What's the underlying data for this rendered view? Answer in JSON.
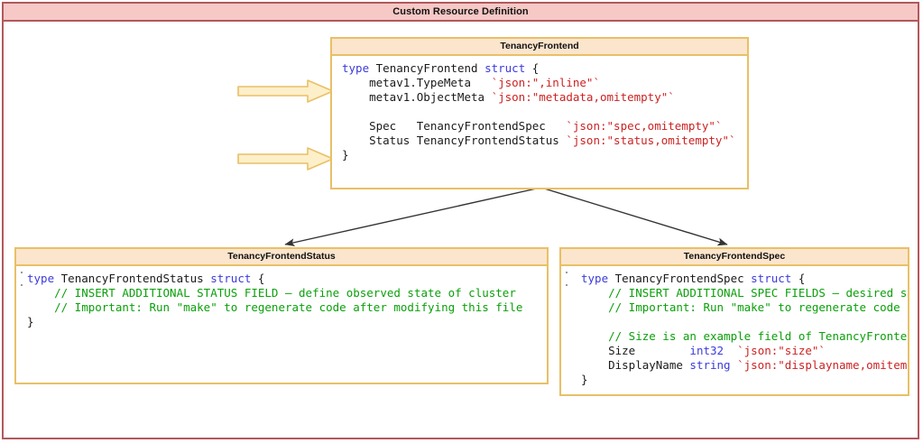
{
  "frame": {
    "title": "Custom Resource Definition",
    "border_color": "#b2585c",
    "header_color": "#f6c9c6"
  },
  "palette": {
    "box_border": "#e8c066",
    "box_header": "#fce5cd",
    "keyword": "#3b3bdb",
    "string": "#cc2222",
    "comment": "#0aa00a",
    "plain": "#1a1a1a",
    "arrow_fill": "#fdefc9",
    "arrow_stroke": "#e8c066",
    "connector": "#333333"
  },
  "boxes": {
    "frontend": {
      "title": "TenancyFrontend",
      "code": [
        [
          {
            "t": "type ",
            "c": "kw"
          },
          {
            "t": "TenancyFrontend ",
            "c": "pln"
          },
          {
            "t": "struct",
            "c": "kw"
          },
          {
            "t": " {",
            "c": "pln"
          }
        ],
        [
          {
            "t": "    metav1.TypeMeta   ",
            "c": "pln"
          },
          {
            "t": "`json:\",inline\"`",
            "c": "str"
          }
        ],
        [
          {
            "t": "    metav1.ObjectMeta ",
            "c": "pln"
          },
          {
            "t": "`json:\"metadata,omitempty\"`",
            "c": "str"
          }
        ],
        [
          {
            "t": "",
            "c": "pln"
          }
        ],
        [
          {
            "t": "    Spec   TenancyFrontendSpec   ",
            "c": "pln"
          },
          {
            "t": "`json:\"spec,omitempty\"`",
            "c": "str"
          }
        ],
        [
          {
            "t": "    Status TenancyFrontendStatus ",
            "c": "pln"
          },
          {
            "t": "`json:\"status,omitempty\"`",
            "c": "str"
          }
        ],
        [
          {
            "t": "}",
            "c": "pln"
          }
        ]
      ]
    },
    "status": {
      "title": "TenancyFrontendStatus",
      "code": [
        [
          {
            "t": "type ",
            "c": "kw"
          },
          {
            "t": "TenancyFrontendStatus ",
            "c": "pln"
          },
          {
            "t": "struct",
            "c": "kw"
          },
          {
            "t": " {",
            "c": "pln"
          }
        ],
        [
          {
            "t": "    // INSERT ADDITIONAL STATUS FIELD – define observed state of cluster",
            "c": "cmt"
          }
        ],
        [
          {
            "t": "    // Important: Run \"make\" to regenerate code after modifying this file",
            "c": "cmt"
          }
        ],
        [
          {
            "t": "}",
            "c": "pln"
          }
        ]
      ]
    },
    "spec": {
      "title": "TenancyFrontendSpec",
      "code": [
        [
          {
            "t": "type ",
            "c": "kw"
          },
          {
            "t": "TenancyFrontendSpec ",
            "c": "pln"
          },
          {
            "t": "struct",
            "c": "kw"
          },
          {
            "t": " {",
            "c": "pln"
          }
        ],
        [
          {
            "t": "    // INSERT ADDITIONAL SPEC FIELDS – desired state o",
            "c": "cmt"
          }
        ],
        [
          {
            "t": "    // Important: Run \"make\" to regenerate code after",
            "c": "cmt"
          }
        ],
        [
          {
            "t": "",
            "c": "pln"
          }
        ],
        [
          {
            "t": "    // Size is an example field of TenancyFrontend. Ed",
            "c": "cmt"
          }
        ],
        [
          {
            "t": "    Size        ",
            "c": "pln"
          },
          {
            "t": "int32",
            "c": "typ"
          },
          {
            "t": "  ",
            "c": "pln"
          },
          {
            "t": "`json:\"size\"`",
            "c": "str"
          }
        ],
        [
          {
            "t": "    DisplayName ",
            "c": "pln"
          },
          {
            "t": "string",
            "c": "typ"
          },
          {
            "t": " ",
            "c": "pln"
          },
          {
            "t": "`json:\"displayname,omitempty\"`",
            "c": "str"
          }
        ],
        [
          {
            "t": "}",
            "c": "pln"
          }
        ]
      ]
    }
  },
  "annotations": {
    "arrow_meta_name": "embedded-metadata-arrow",
    "arrow_fields_name": "spec-status-fields-arrow"
  }
}
